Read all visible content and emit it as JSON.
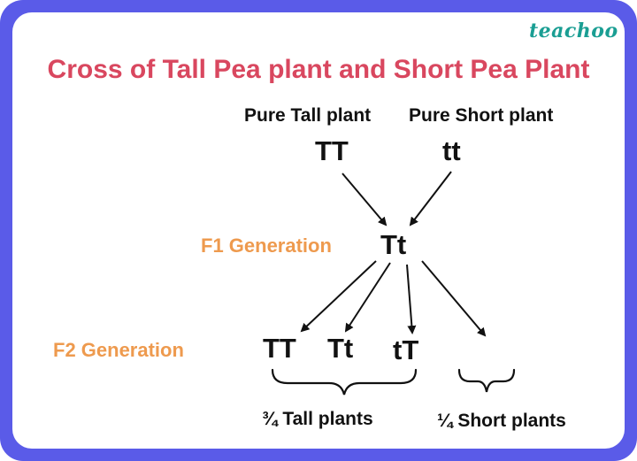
{
  "logo": "teachoo",
  "title": "Cross of Tall Pea plant and Short Pea Plant",
  "parents": {
    "tall_label": "Pure Tall plant",
    "short_label": "Pure Short plant",
    "tall_genotype": "TT",
    "short_genotype": "tt"
  },
  "f1": {
    "label": "F1 Generation",
    "genotype": "Tt"
  },
  "f2": {
    "label": "F2 Generation",
    "genotypes": [
      "TT",
      "Tt",
      "tT"
    ],
    "tall_summary": "¾ Tall plants",
    "short_summary": "¼ Short plants"
  },
  "colors": {
    "frame": "#5a5be8",
    "title": "#d9475f",
    "generation_label": "#ee9a4e",
    "logo": "#1a9e93"
  }
}
